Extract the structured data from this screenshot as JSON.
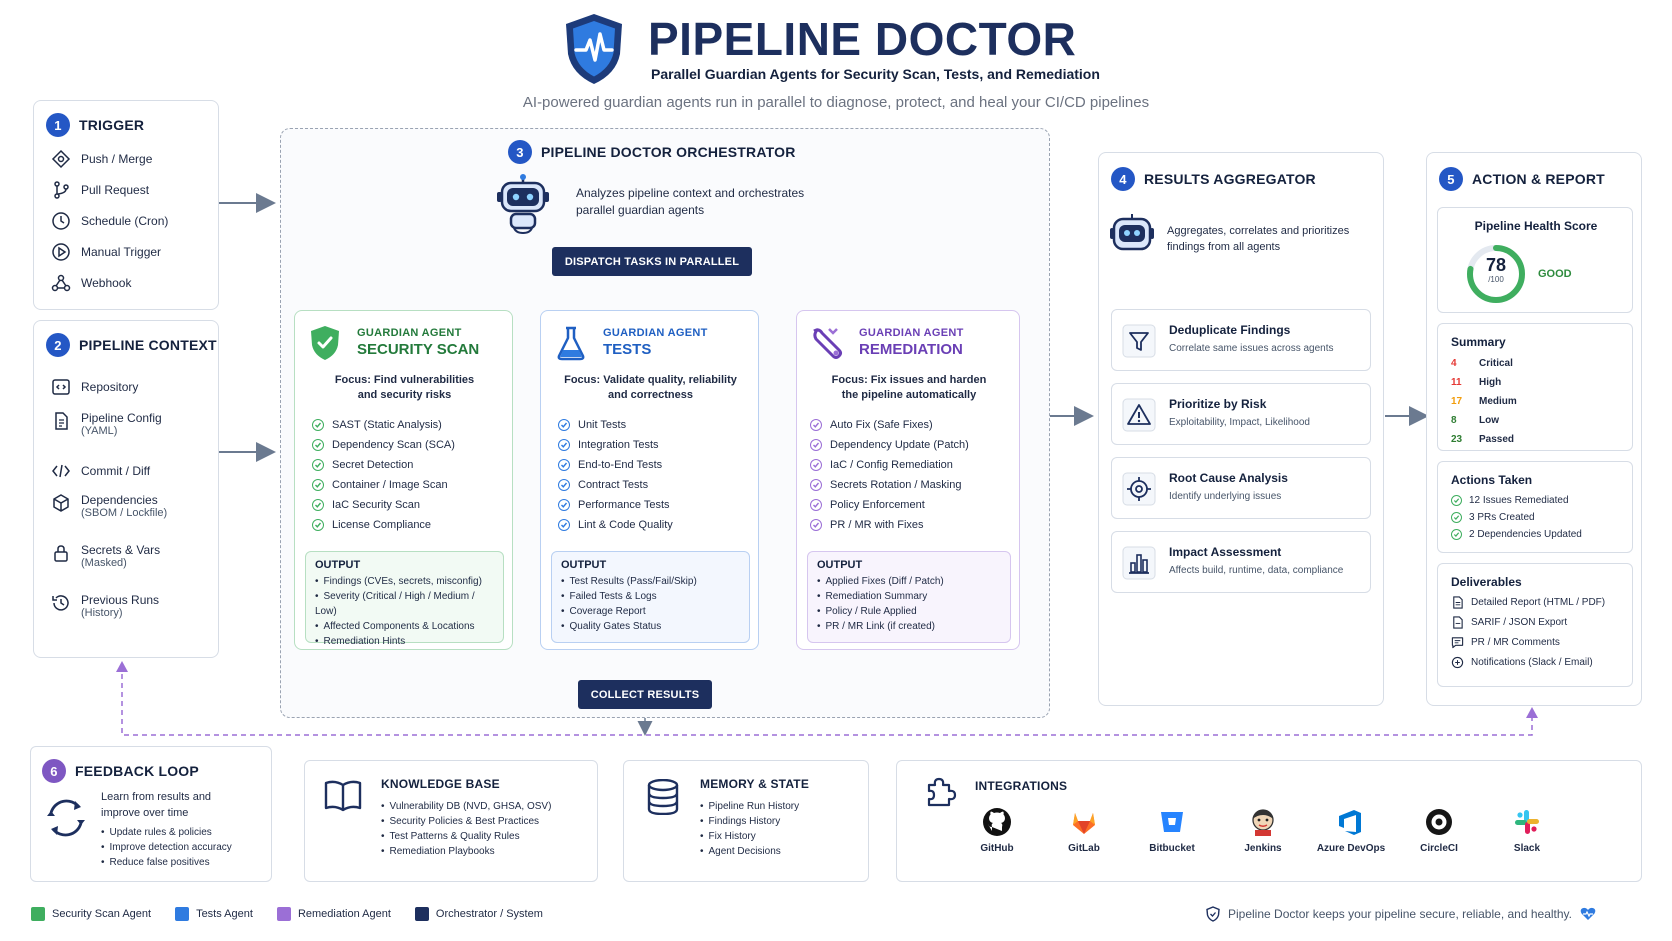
{
  "header": {
    "title": "PIPELINE DOCTOR",
    "subtitle": "Parallel Guardian Agents for Security Scan, Tests, and Remediation",
    "tagline": "AI-powered guardian agents run in parallel to diagnose, protect, and heal your CI/CD pipelines"
  },
  "trigger": {
    "num": "1",
    "title": "TRIGGER",
    "items": [
      "Push / Merge",
      "Pull Request",
      "Schedule (Cron)",
      "Manual Trigger",
      "Webhook"
    ]
  },
  "context": {
    "num": "2",
    "title": "PIPELINE CONTEXT",
    "items": [
      {
        "label": "Repository",
        "sub": ""
      },
      {
        "label": "Pipeline Config",
        "sub": "(YAML)"
      },
      {
        "label": "Commit / Diff",
        "sub": ""
      },
      {
        "label": "Dependencies",
        "sub": "(SBOM / Lockfile)"
      },
      {
        "label": "Secrets & Vars",
        "sub": "(Masked)"
      },
      {
        "label": "Previous Runs",
        "sub": "(History)"
      }
    ]
  },
  "orchestrator": {
    "num": "3",
    "title": "PIPELINE DOCTOR ORCHESTRATOR",
    "desc_line1": "Analyzes pipeline context and orchestrates",
    "desc_line2": "parallel guardian agents",
    "dispatch_label": "DISPATCH TASKS IN PARALLEL",
    "collect_label": "COLLECT RESULTS"
  },
  "agents": {
    "security": {
      "kicker": "GUARDIAN AGENT",
      "name": "SECURITY SCAN",
      "focus1": "Focus: Find vulnerabilities",
      "focus2": "and security risks",
      "checks": [
        "SAST (Static Analysis)",
        "Dependency Scan (SCA)",
        "Secret Detection",
        "Container / Image Scan",
        "IaC Security Scan",
        "License Compliance"
      ],
      "output_title": "OUTPUT",
      "outputs": [
        "Findings (CVEs, secrets, misconfig)",
        "Severity (Critical / High / Medium / Low)",
        "Affected Components & Locations",
        "Remediation Hints"
      ]
    },
    "tests": {
      "kicker": "GUARDIAN AGENT",
      "name": "TESTS",
      "focus1": "Focus: Validate quality, reliability",
      "focus2": "and correctness",
      "checks": [
        "Unit Tests",
        "Integration Tests",
        "End-to-End Tests",
        "Contract Tests",
        "Performance Tests",
        "Lint & Code Quality"
      ],
      "output_title": "OUTPUT",
      "outputs": [
        "Test Results (Pass/Fail/Skip)",
        "Failed Tests & Logs",
        "Coverage Report",
        "Quality Gates Status"
      ]
    },
    "remediation": {
      "kicker": "GUARDIAN AGENT",
      "name": "REMEDIATION",
      "focus1": "Focus: Fix issues and harden",
      "focus2": "the pipeline automatically",
      "checks": [
        "Auto Fix (Safe Fixes)",
        "Dependency Update (Patch)",
        "IaC / Config Remediation",
        "Secrets Rotation / Masking",
        "Policy Enforcement",
        "PR / MR with Fixes"
      ],
      "output_title": "OUTPUT",
      "outputs": [
        "Applied Fixes (Diff / Patch)",
        "Remediation Summary",
        "Policy / Rule Applied",
        "PR / MR Link (if created)"
      ]
    }
  },
  "aggregator": {
    "num": "4",
    "title": "RESULTS AGGREGATOR",
    "desc_line1": "Aggregates, correlates and prioritizes",
    "desc_line2": "findings from all agents",
    "steps": [
      {
        "title": "Deduplicate Findings",
        "sub": "Correlate same issues across agents",
        "icon": "filter-icon"
      },
      {
        "title": "Prioritize by Risk",
        "sub": "Exploitability, Impact, Likelihood",
        "icon": "warning-icon"
      },
      {
        "title": "Root Cause Analysis",
        "sub": "Identify underlying issues",
        "icon": "target-icon"
      },
      {
        "title": "Impact Assessment",
        "sub": "Affects build, runtime, data, compliance",
        "icon": "bar-chart-icon"
      }
    ]
  },
  "report": {
    "num": "5",
    "title": "ACTION & REPORT",
    "health": {
      "title": "Pipeline Health Score",
      "score": "78",
      "max": "/100",
      "score_fraction": 0.78,
      "status": "GOOD"
    },
    "summary": {
      "title": "Summary",
      "rows": [
        {
          "count": "4",
          "label": "Critical",
          "color": "#e53935"
        },
        {
          "count": "11",
          "label": "High",
          "color": "#e53935"
        },
        {
          "count": "17",
          "label": "Medium",
          "color": "#f29d0c"
        },
        {
          "count": "8",
          "label": "Low",
          "color": "#2e7d32"
        },
        {
          "count": "23",
          "label": "Passed",
          "color": "#2e7d32"
        }
      ]
    },
    "actions": {
      "title": "Actions Taken",
      "items": [
        "12 Issues Remediated",
        "3 PRs Created",
        "2 Dependencies Updated"
      ]
    },
    "deliverables": {
      "title": "Deliverables",
      "items": [
        "Detailed Report (HTML / PDF)",
        "SARIF / JSON Export",
        "PR / MR Comments",
        "Notifications (Slack / Email)"
      ]
    }
  },
  "feedback": {
    "num": "6",
    "title": "FEEDBACK LOOP",
    "desc_line1": "Learn from results and",
    "desc_line2": "improve over time",
    "items": [
      "Update rules & policies",
      "Improve detection accuracy",
      "Reduce false positives"
    ]
  },
  "knowledge": {
    "title": "KNOWLEDGE BASE",
    "items": [
      "Vulnerability DB (NVD, GHSA, OSV)",
      "Security Policies & Best Practices",
      "Test Patterns & Quality Rules",
      "Remediation Playbooks"
    ]
  },
  "memory": {
    "title": "MEMORY & STATE",
    "items": [
      "Pipeline Run History",
      "Findings History",
      "Fix History",
      "Agent Decisions"
    ]
  },
  "integrations": {
    "title": "INTEGRATIONS",
    "items": [
      "GitHub",
      "GitLab",
      "Bitbucket",
      "Jenkins",
      "Azure DevOps",
      "CircleCI",
      "Slack"
    ]
  },
  "legend": {
    "items": [
      {
        "label": "Security Scan Agent",
        "color": "#3fae5f"
      },
      {
        "label": "Tests Agent",
        "color": "#2f7be0"
      },
      {
        "label": "Remediation Agent",
        "color": "#9b6fd6"
      },
      {
        "label": "Orchestrator / System",
        "color": "#1d2f5e"
      }
    ]
  },
  "footer": {
    "note": "Pipeline Doctor keeps your pipeline secure, reliable, and healthy."
  },
  "colors": {
    "primary": "#1d2f5e",
    "accent_blue": "#2457c5",
    "green": "#3fae5f",
    "blue": "#2f7be0",
    "purple": "#9b6fd6"
  }
}
